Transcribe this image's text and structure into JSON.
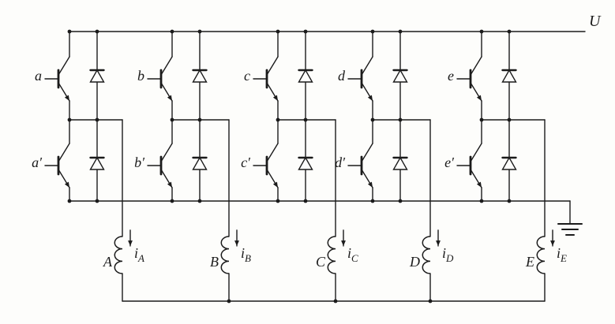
{
  "diagram": {
    "supply_label": "U",
    "line_color": "#1b1b1b",
    "background": "#fdfdfb",
    "phases": [
      {
        "upper_transistor": "a",
        "lower_transistor": "a′",
        "winding": "A",
        "current": {
          "base": "i",
          "sub": "A"
        }
      },
      {
        "upper_transistor": "b",
        "lower_transistor": "b′",
        "winding": "B",
        "current": {
          "base": "i",
          "sub": "B"
        }
      },
      {
        "upper_transistor": "c",
        "lower_transistor": "c′",
        "winding": "C",
        "current": {
          "base": "i",
          "sub": "C"
        }
      },
      {
        "upper_transistor": "d",
        "lower_transistor": "d′",
        "winding": "D",
        "current": {
          "base": "i",
          "sub": "D"
        }
      },
      {
        "upper_transistor": "e",
        "lower_transistor": "e′",
        "winding": "E",
        "current": {
          "base": "i",
          "sub": "E"
        }
      }
    ]
  }
}
